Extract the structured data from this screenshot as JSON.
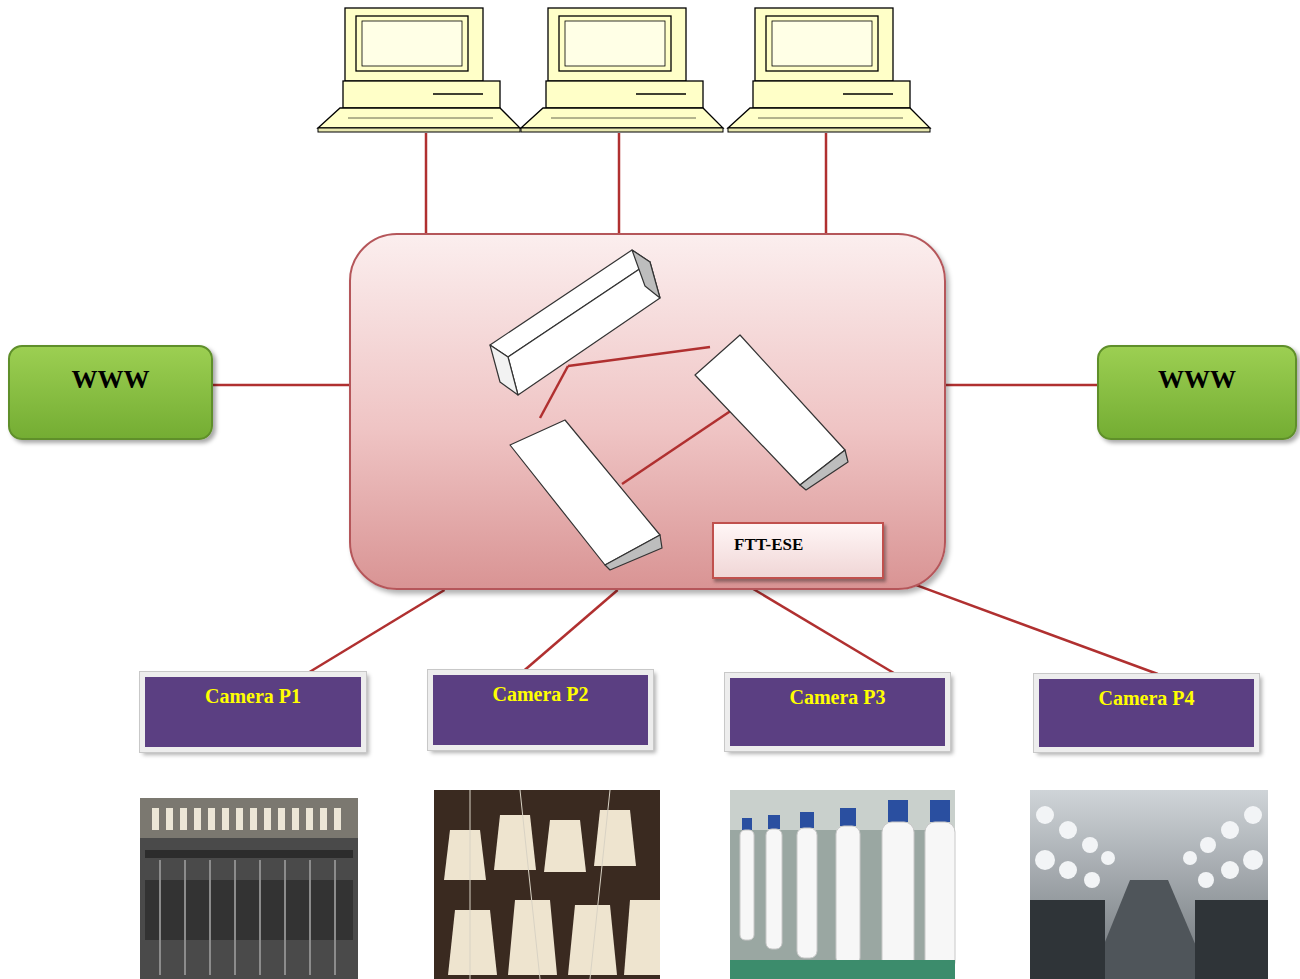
{
  "diagram": {
    "nodes": [
      {
        "text": [
          "WWW"
        ]
      },
      {
        "text": []
      },
      {
        "text": [
          "FTT-ESE"
        ],
        "in": 1
      },
      {
        "text": [
          "WWW"
        ]
      },
      {
        "text": [
          "Camera P1"
        ]
      },
      {
        "text": [
          "Camera P2"
        ]
      },
      {
        "text": [
          "Camera P3"
        ]
      },
      {
        "text": [
          "Camera P4"
        ]
      }
    ],
    "edges": [
      {
        "from": 0,
        "to": 1,
        "arrow": "none"
      },
      {
        "from": 1,
        "to": 3,
        "arrow": "none"
      },
      {
        "from": 1,
        "to": 4,
        "arrow": "none"
      },
      {
        "from": 1,
        "to": 5,
        "arrow": "none"
      },
      {
        "from": 1,
        "to": 6,
        "arrow": "none"
      },
      {
        "from": 1,
        "to": 7,
        "arrow": "none"
      }
    ]
  }
}
